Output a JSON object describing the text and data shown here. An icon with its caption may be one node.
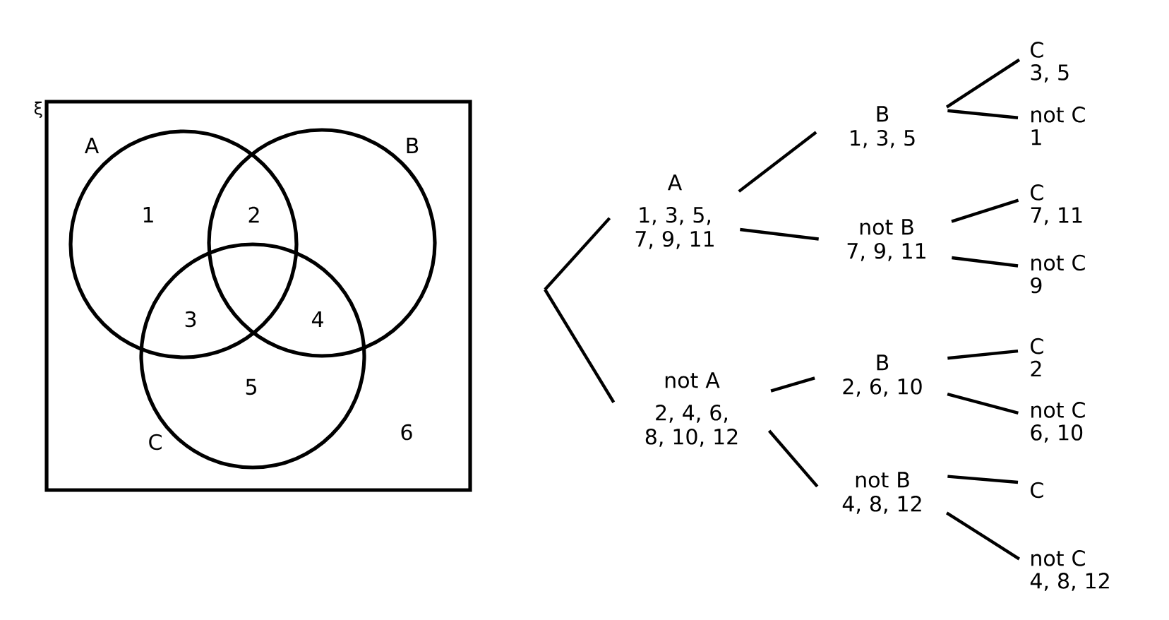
{
  "diagram": {
    "nodes": [
      {
        "text": [
          "ξ"
        ]
      },
      {
        "text": [
          "A"
        ],
        "in": 0
      },
      {
        "text": [
          "B"
        ],
        "in": 0
      },
      {
        "text": [
          "C"
        ],
        "in": 0
      },
      {
        "text": [
          "A",
          "1, 3, 5, 7, 9, 11"
        ]
      },
      {
        "text": [
          "not A",
          "2, 4, 6, 8, 10, 12"
        ]
      },
      {
        "text": [
          "B",
          "1, 3, 5"
        ]
      },
      {
        "text": [
          "not B",
          "7, 9, 11"
        ]
      },
      {
        "text": [
          "B",
          "2, 6, 10"
        ]
      },
      {
        "text": [
          "not B",
          "4, 8, 12"
        ]
      },
      {
        "text": [
          "C",
          "3, 5"
        ]
      },
      {
        "text": [
          "not C",
          "1"
        ]
      },
      {
        "text": [
          "C",
          "7, 11"
        ]
      },
      {
        "text": [
          "not C",
          "9"
        ]
      },
      {
        "text": [
          "C",
          "2"
        ]
      },
      {
        "text": [
          "not C",
          "6, 10"
        ]
      },
      {
        "text": [
          "C"
        ]
      },
      {
        "text": [
          "not C",
          "4, 8, 12"
        ]
      }
    ],
    "edges": [
      {
        "from": null,
        "to": 4,
        "arrow": "none"
      },
      {
        "from": null,
        "to": 5,
        "arrow": "none"
      },
      {
        "from": 4,
        "to": 6,
        "arrow": "none"
      },
      {
        "from": 4,
        "to": 7,
        "arrow": "none"
      },
      {
        "from": 5,
        "to": 8,
        "arrow": "none"
      },
      {
        "from": 5,
        "to": 9,
        "arrow": "none"
      },
      {
        "from": 6,
        "to": 10,
        "arrow": "none"
      },
      {
        "from": 6,
        "to": 11,
        "arrow": "none"
      },
      {
        "from": 7,
        "to": 12,
        "arrow": "none"
      },
      {
        "from": 7,
        "to": 13,
        "arrow": "none"
      },
      {
        "from": 8,
        "to": 14,
        "arrow": "none"
      },
      {
        "from": 8,
        "to": 15,
        "arrow": "none"
      },
      {
        "from": 9,
        "to": 16,
        "arrow": "none"
      },
      {
        "from": 9,
        "to": 17,
        "arrow": "none"
      }
    ],
    "labels": [
      "1",
      "2",
      "3",
      "4",
      "5",
      "6"
    ]
  }
}
